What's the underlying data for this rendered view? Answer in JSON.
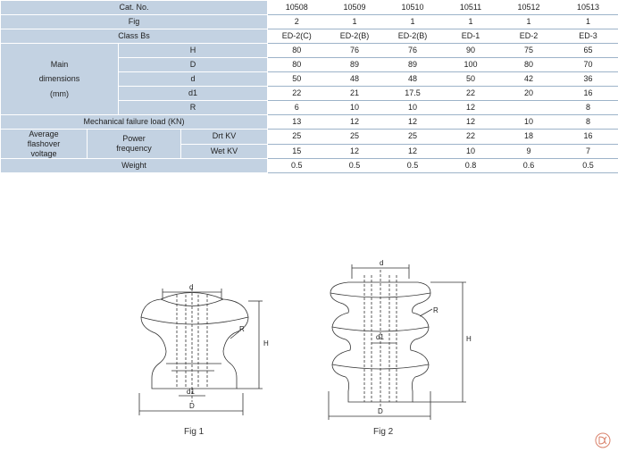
{
  "table": {
    "headers": {
      "cat_no": "Cat. No.",
      "fig": "Fig",
      "class": "Class Bs",
      "main_dimensions": "Main\ndimensions\n(mm)",
      "mech_load": "Mechanical failure load (KN)",
      "flashover": "Average\nflashover\nvoltage",
      "power_freq": "Power\nfrequency",
      "weight": "Weight"
    },
    "sub_labels": {
      "H": "H",
      "D": "D",
      "d": "d",
      "d1": "d1",
      "R": "R",
      "drt": "Drt KV",
      "wet": "Wet KV"
    },
    "columns": [
      "10508",
      "10509",
      "10510",
      "10511",
      "10512",
      "10513"
    ],
    "rows": {
      "fig": [
        "2",
        "1",
        "1",
        "1",
        "1",
        "1"
      ],
      "class": [
        "ED-2(C)",
        "ED-2(B)",
        "ED-2(B)",
        "ED-1",
        "ED-2",
        "ED-3"
      ],
      "H": [
        "80",
        "76",
        "76",
        "90",
        "75",
        "65"
      ],
      "D": [
        "80",
        "89",
        "89",
        "100",
        "80",
        "70"
      ],
      "d": [
        "50",
        "48",
        "48",
        "50",
        "42",
        "36"
      ],
      "d1": [
        "22",
        "21",
        "17.5",
        "22",
        "20",
        "16"
      ],
      "R": [
        "6",
        "10",
        "10",
        "12",
        "",
        "8"
      ],
      "mech": [
        "13",
        "12",
        "12",
        "12",
        "10",
        "8"
      ],
      "drt": [
        "25",
        "25",
        "25",
        "22",
        "18",
        "16"
      ],
      "wet": [
        "15",
        "12",
        "12",
        "10",
        "9",
        "7"
      ],
      "weight": [
        "0.5",
        "0.5",
        "0.5",
        "0.8",
        "0.6",
        "0.5"
      ]
    }
  },
  "figures": {
    "fig1": {
      "caption": "Fig  1",
      "labels": {
        "d": "d",
        "R": "R",
        "H": "H",
        "d1": "d1",
        "D": "D"
      }
    },
    "fig2": {
      "caption": "Fig  2",
      "labels": {
        "d": "d",
        "R": "R",
        "H": "H",
        "d1": "d1",
        "D": "D"
      }
    }
  },
  "colors": {
    "header_fill": "#c3d2e2",
    "line": "#333333"
  }
}
